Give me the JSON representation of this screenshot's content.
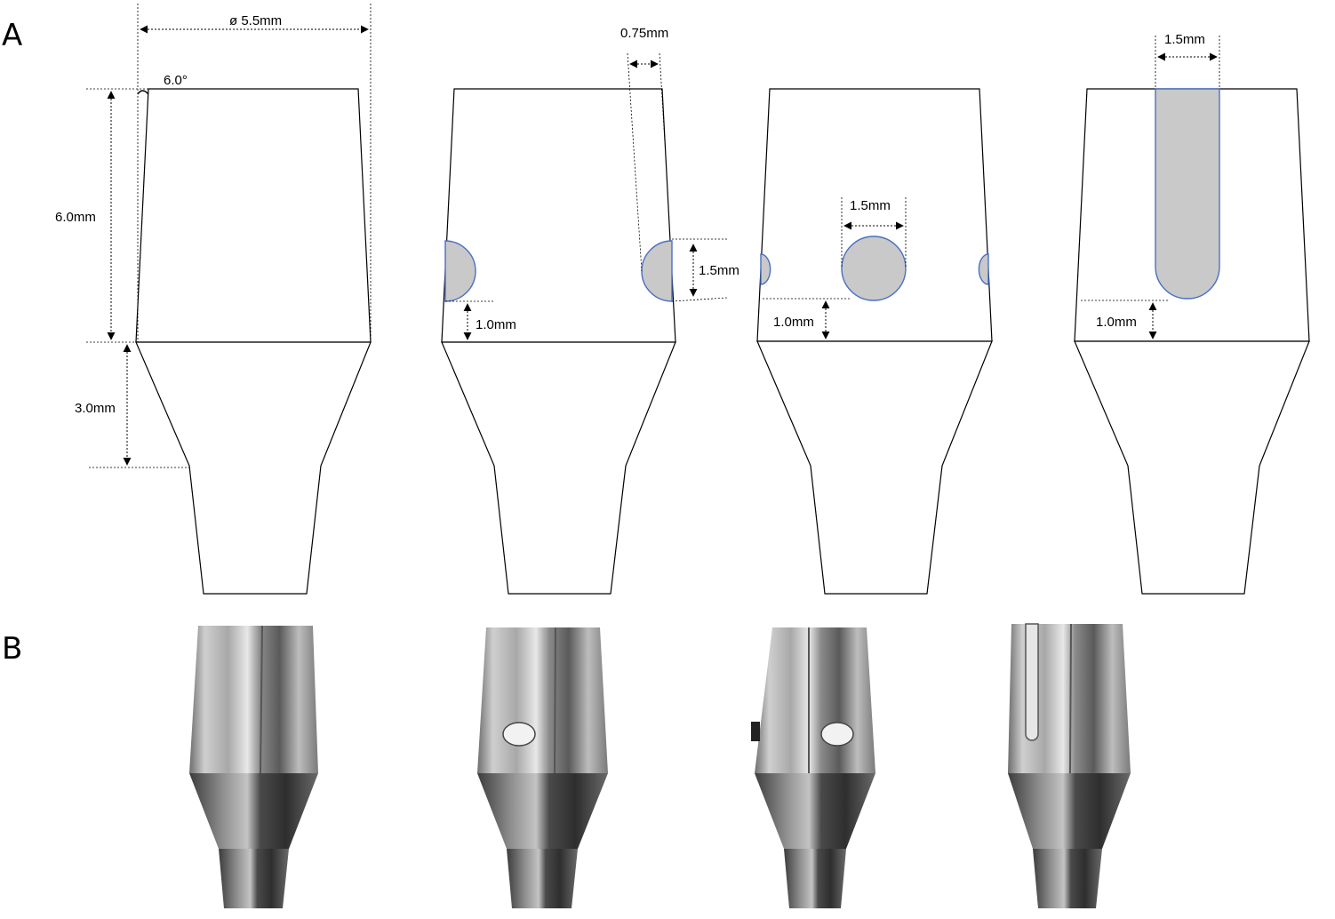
{
  "panels": {
    "a_label": "A",
    "b_label": "B"
  },
  "dimensions": {
    "diameter": "ø 5.5mm",
    "angle": "6.0°",
    "height_top": "6.0mm",
    "height_taper": "3.0mm",
    "wall_depth": "0.75mm",
    "hole_side": "1.5mm",
    "gap_design2": "1.0mm",
    "hole_diameter": "1.5mm",
    "gap_design3": "1.0mm",
    "slot_width": "1.5mm",
    "gap_design4": "1.0mm"
  },
  "colors": {
    "hole_fill": "#c9c9c9",
    "hole_stroke": "#4a6fc4"
  }
}
